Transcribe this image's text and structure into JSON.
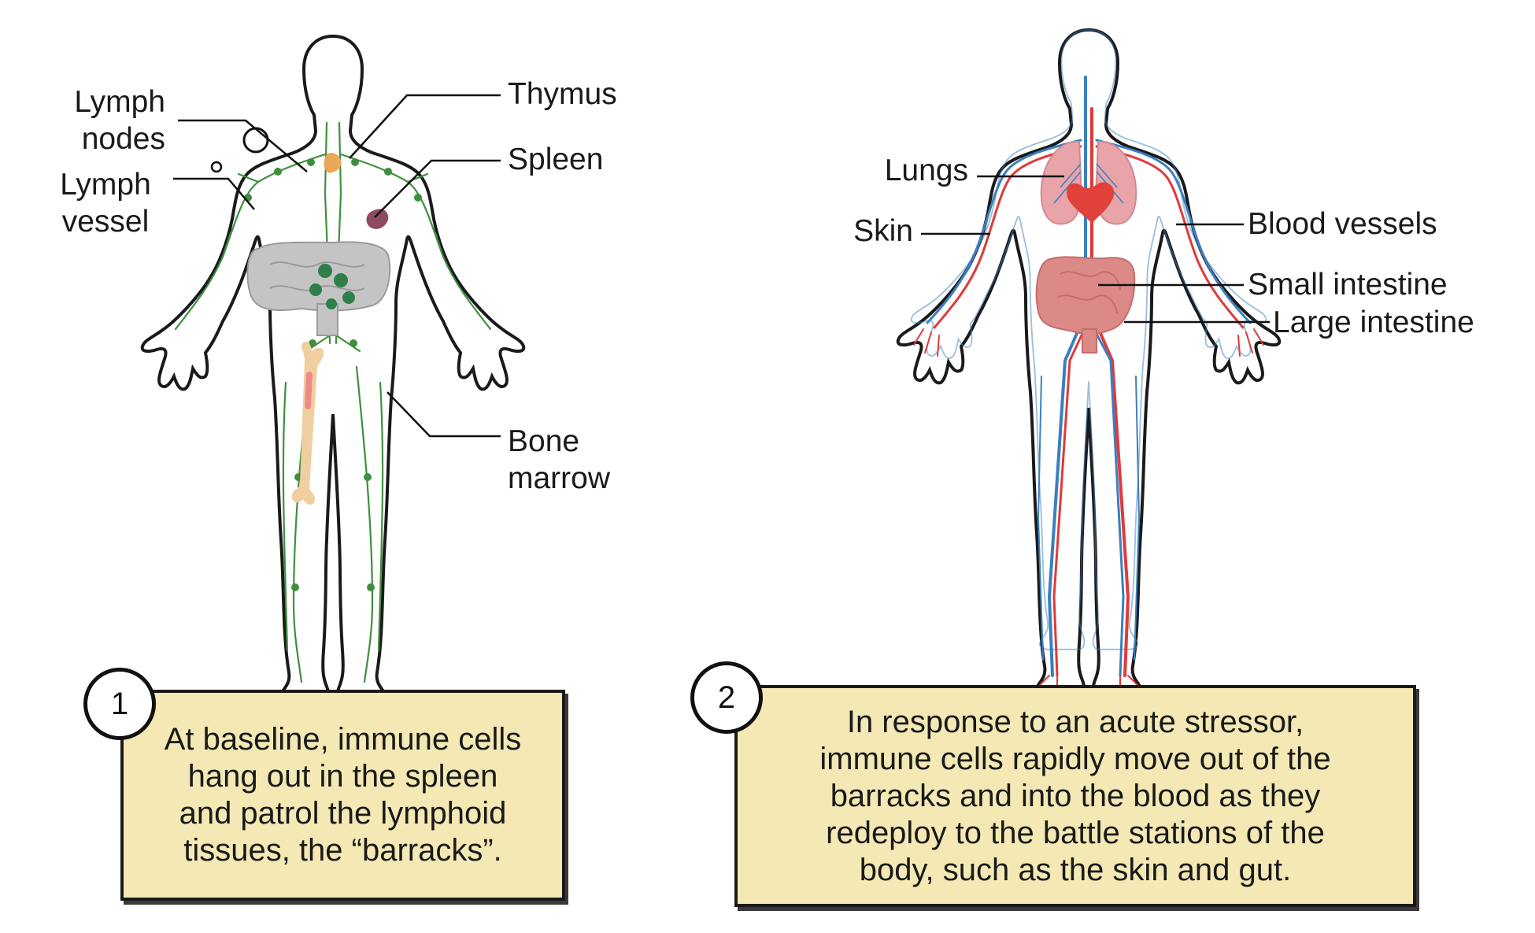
{
  "panel1": {
    "labels": {
      "lymph_nodes": "Lymph\nnodes",
      "lymph_vessel": "Lymph\nvessel",
      "thymus": "Thymus",
      "spleen": "Spleen",
      "bone_marrow": "Bone\nmarrow"
    },
    "step_number": "1",
    "description": "At baseline, immune cells\nhang out in the spleen\nand patrol the lymphoid\ntissues, the “barracks”."
  },
  "panel2": {
    "labels": {
      "lungs": "Lungs",
      "skin": "Skin",
      "blood_vessels": "Blood vessels",
      "small_intestine": "Small intestine",
      "large_intestine": "Large intestine"
    },
    "step_number": "2",
    "description": "In response to an acute stressor,\nimmune cells rapidly move out of the\nbarracks and into the blood as they\nredeploy to the battle stations of the\nbody, such as the skin and gut."
  },
  "colors": {
    "lymph": "#3f8f3f",
    "thymus": "#e8a857",
    "spleen": "#8e4a5e",
    "bone": "#efcf9f",
    "bone_marrow": "#f08a8a",
    "gut_gray": "#b9b9b9",
    "artery": "#e03a3a",
    "vein": "#3a7fc0",
    "lung": "#e8a4a8",
    "heart": "#e0413a",
    "intestine": "#dc8a88",
    "note_fill": "#f4e9b4"
  }
}
